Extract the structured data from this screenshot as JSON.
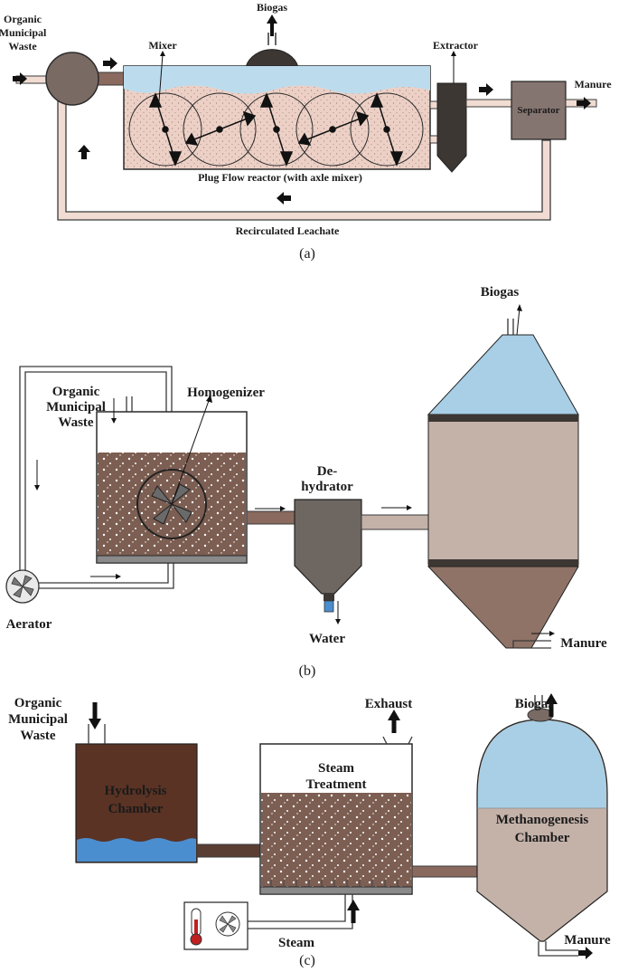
{
  "panel_a": {
    "labels": {
      "input": [
        "Organic",
        "Municipal",
        "Waste"
      ],
      "biogas": "Biogas",
      "mixer": "Mixer",
      "extractor": "Extractor",
      "manure": "Manure",
      "separator": "Separator",
      "reactor": "Plug Flow reactor (with axle mixer)",
      "recirculated": "Recirculated Leachate"
    },
    "caption": "(a)"
  },
  "panel_b": {
    "labels": {
      "biogas": "Biogas",
      "input": [
        "Organic",
        "Municipal",
        "Waste"
      ],
      "homogenizer": "Homogenizer",
      "dehydrator": [
        "De-",
        "hydrator"
      ],
      "aerator": "Aerator",
      "water": "Water",
      "manure": "Manure"
    },
    "caption": "(b)"
  },
  "panel_c": {
    "labels": {
      "input": [
        "Organic",
        "Municipal",
        "Waste"
      ],
      "exhaust": "Exhaust",
      "biogas": "Biogas",
      "steam_treatment": [
        "Steam",
        "Treatment"
      ],
      "hydrolysis": [
        "Hydrolysis",
        "Chamber"
      ],
      "methanogenesis": [
        "Methanogenesis",
        "Chamber"
      ],
      "steam": "Steam",
      "manure": "Manure"
    },
    "caption": "(c)"
  },
  "colors": {
    "reactor_fill": "#ecd0c6",
    "liquid_blue": "#bcdcee",
    "sludge_brown": "#7c5e52",
    "dark_body": "#3d3733",
    "gray_tank": "#c4b2a9",
    "brown_bottom": "#8f7366",
    "hydrolysis_brown": "#5a3324",
    "water_blue": "#4a8ed0",
    "separator_gray": "#857570"
  }
}
